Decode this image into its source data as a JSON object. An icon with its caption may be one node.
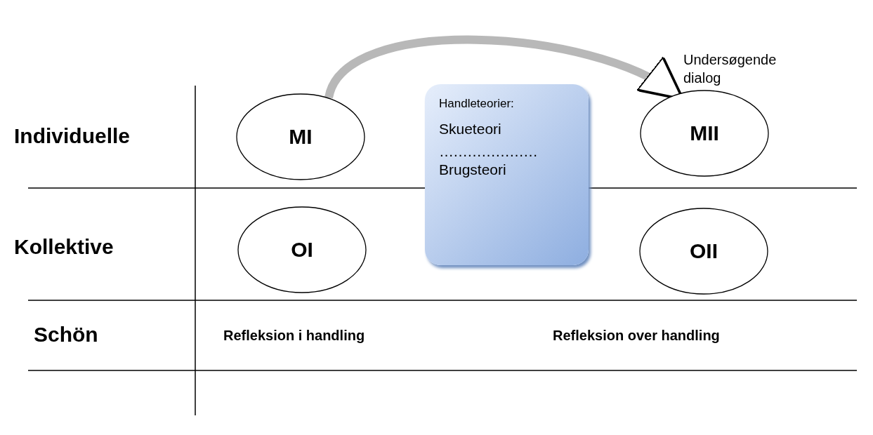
{
  "diagram": {
    "nodes": [
      {
        "text": [
          "MI"
        ]
      },
      {
        "text": [
          "Handleteorier:",
          "Skueteori",
          "…………………",
          "Brugsteori"
        ]
      },
      {
        "text": [
          "MII"
        ]
      },
      {
        "text": [
          "OI"
        ]
      },
      {
        "text": [
          "OII"
        ]
      }
    ],
    "edges": [
      {
        "from": 0,
        "to": 2,
        "arrow": "to",
        "label": "Undersøgende dialog"
      }
    ],
    "labels": [
      "Individuelle",
      "Kollektive",
      "Schön",
      "Refleksion i handling",
      "Refleksion over handling"
    ]
  }
}
